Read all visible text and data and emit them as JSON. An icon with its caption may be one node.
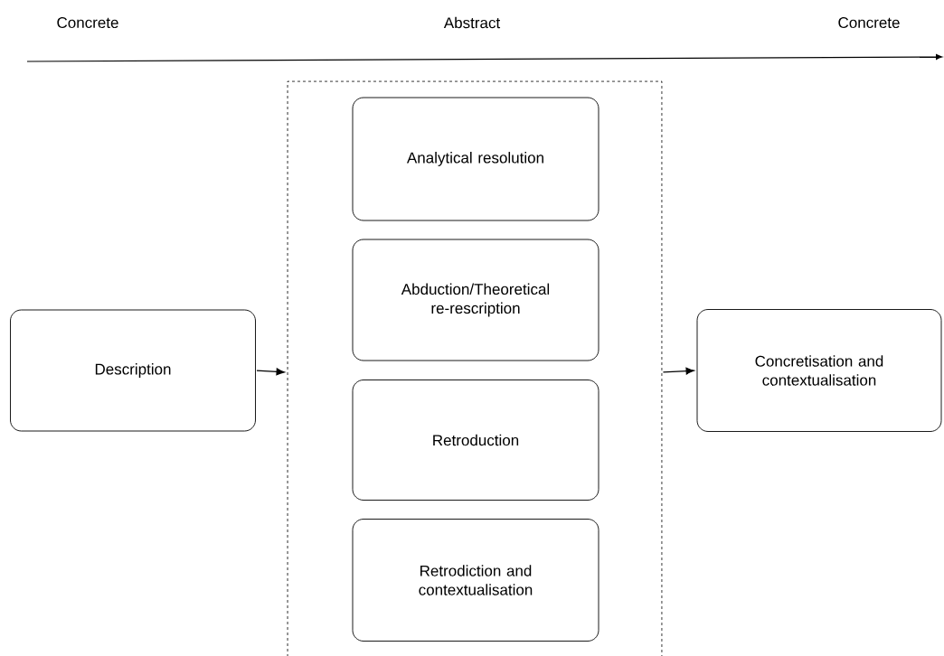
{
  "diagram": {
    "nodes": [
      {
        "text": [
          "Description"
        ]
      },
      {
        "text": [],
        "shape": "box"
      },
      {
        "text": [
          "Analytical resolution"
        ],
        "in": 1
      },
      {
        "text": [
          "Abduction/Theoretical re-rescription"
        ],
        "in": 1
      },
      {
        "text": [
          "Retroduction"
        ],
        "in": 1
      },
      {
        "text": [
          "Retrodiction and contextualisation"
        ],
        "in": 1
      },
      {
        "text": [
          "Concretisation and contextualisation"
        ]
      }
    ],
    "edges": [
      {
        "from": 0,
        "to": 1,
        "arrow": "to"
      },
      {
        "from": 1,
        "to": 6,
        "arrow": "to"
      }
    ],
    "labels": [
      "Concrete",
      "Abstract",
      "Concrete"
    ]
  }
}
